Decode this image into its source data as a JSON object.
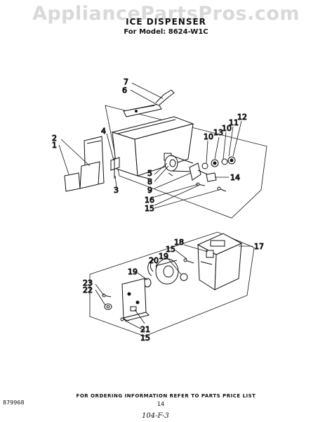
{
  "watermark": "AppliancePartsPros.com",
  "title": "ICE DISPENSER",
  "subtitle": "For Model: 8624-W1C",
  "footer": "FOR ORDERING INFORMATION REFER TO PARTS PRICE LIST",
  "doc_number": "879968",
  "page_number": "14",
  "handwritten_note": "104-F-3",
  "callouts": {
    "c7": "7",
    "c6": "6",
    "c4": "4",
    "c2": "2",
    "c1": "1",
    "c3": "3",
    "c5": "5",
    "c8": "8",
    "c9": "9",
    "c16": "16",
    "c15a": "15",
    "c10a": "10",
    "c13": "13",
    "c10b": "10",
    "c11": "11",
    "c12": "12",
    "c14": "14",
    "c17": "17",
    "c18": "18",
    "c15b": "15",
    "c19a": "19",
    "c20": "20",
    "c19b": "19",
    "c23": "23",
    "c22": "22",
    "c21": "21",
    "c15c": "15"
  }
}
